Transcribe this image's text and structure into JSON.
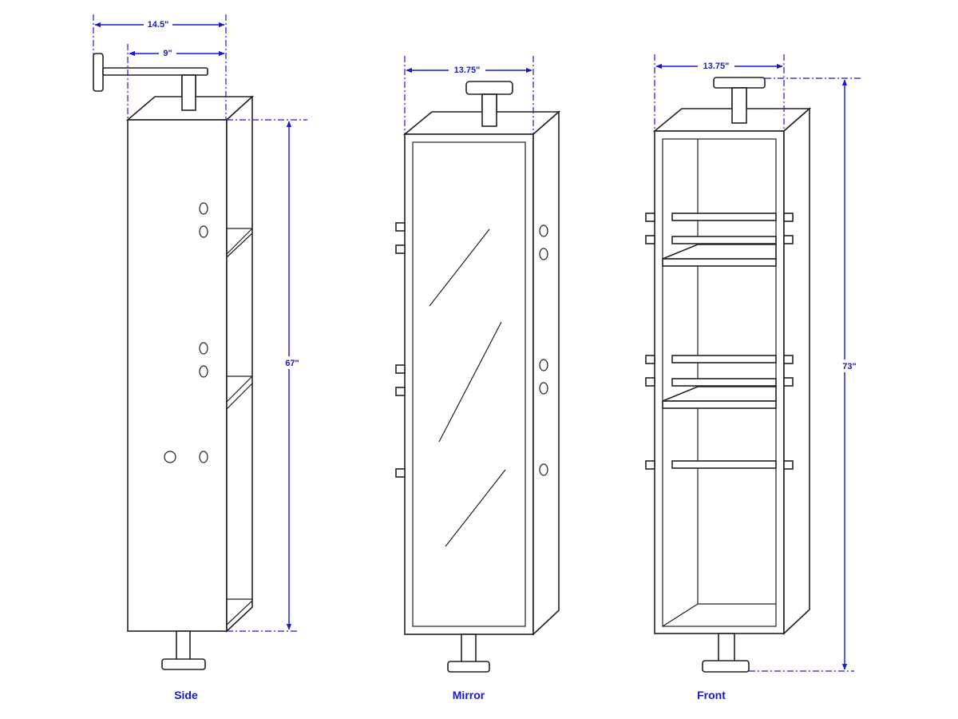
{
  "views": {
    "side": {
      "caption": "Side",
      "dims": {
        "top_depth": "14.5\"",
        "arm_depth": "9\"",
        "height": "67\""
      }
    },
    "mirror": {
      "caption": "Mirror",
      "dims": {
        "width": "13.75\""
      }
    },
    "front": {
      "caption": "Front",
      "dims": {
        "width": "13.75\"",
        "height": "73\""
      }
    }
  },
  "colors": {
    "dimension": "#1a1acc",
    "outline": "#222222",
    "background": "#ffffff"
  }
}
